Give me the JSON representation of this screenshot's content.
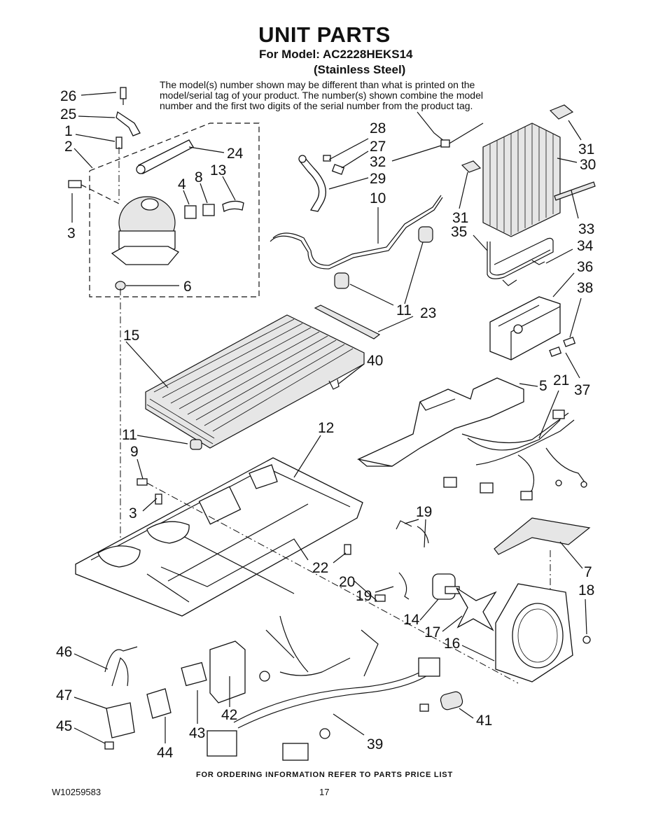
{
  "header": {
    "title": "UNIT PARTS",
    "model_line": "For Model: AC2228HEKS14",
    "finish_line": "(Stainless Steel)",
    "disclaimer_lines": [
      "The model(s) number shown may be different than what is printed on the",
      "model/serial tag of your product. The number(s) shown combine the model",
      "number and the first two digits of the serial number from the product tag."
    ]
  },
  "callouts": [
    {
      "label": "26"
    },
    {
      "label": "25"
    },
    {
      "label": "1"
    },
    {
      "label": "2"
    },
    {
      "label": "24"
    },
    {
      "label": "4"
    },
    {
      "label": "8"
    },
    {
      "label": "13"
    },
    {
      "label": "3"
    },
    {
      "label": "6"
    },
    {
      "label": "28"
    },
    {
      "label": "27"
    },
    {
      "label": "32"
    },
    {
      "label": "29"
    },
    {
      "label": "10"
    },
    {
      "label": "31"
    },
    {
      "label": "30"
    },
    {
      "label": "31"
    },
    {
      "label": "33"
    },
    {
      "label": "35"
    },
    {
      "label": "34"
    },
    {
      "label": "36"
    },
    {
      "label": "38"
    },
    {
      "label": "11"
    },
    {
      "label": "23"
    },
    {
      "label": "15"
    },
    {
      "label": "40"
    },
    {
      "label": "37"
    },
    {
      "label": "5"
    },
    {
      "label": "21"
    },
    {
      "label": "11"
    },
    {
      "label": "12"
    },
    {
      "label": "9"
    },
    {
      "label": "3"
    },
    {
      "label": "19"
    },
    {
      "label": "7"
    },
    {
      "label": "22"
    },
    {
      "label": "20"
    },
    {
      "label": "19"
    },
    {
      "label": "18"
    },
    {
      "label": "14"
    },
    {
      "label": "17"
    },
    {
      "label": "16"
    },
    {
      "label": "46"
    },
    {
      "label": "47"
    },
    {
      "label": "45"
    },
    {
      "label": "44"
    },
    {
      "label": "43"
    },
    {
      "label": "42"
    },
    {
      "label": "39"
    },
    {
      "label": "41"
    }
  ],
  "footer": {
    "ordering_note": "FOR ORDERING INFORMATION REFER TO PARTS PRICE LIST",
    "doc_number": "W10259583",
    "page_number": "17"
  }
}
